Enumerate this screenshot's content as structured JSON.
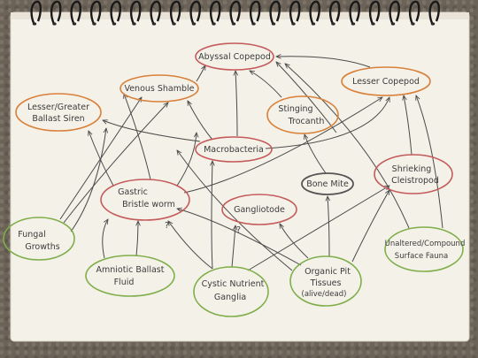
{
  "diagram": {
    "nodes": {
      "abyssal_copepod": "Abyssal Copepod",
      "venous_shamble": "Venous Shamble",
      "lesser_greater_ballast_siren": [
        "Lesser/Greater",
        "Ballast Siren"
      ],
      "lesser_copepod": "Lesser Copepod",
      "stinging_trocanth": [
        "Stinging",
        "Trocanth"
      ],
      "macrobacteria": "Macrobacteria",
      "bone_mite": "Bone Mite",
      "shrieking_cleistropod": [
        "Shrieking",
        "Cleistropod"
      ],
      "gastric_bristle_worm": [
        "Gastric",
        "Bristle worm"
      ],
      "gangliotode": "Gangliotode",
      "fungal_growths": [
        "Fungal",
        "Growths"
      ],
      "amniotic_ballast_fluid": [
        "Amniotic Ballast",
        "Fluid"
      ],
      "cystic_nutrient_ganglia": [
        "Cystic Nutrient",
        "Ganglia"
      ],
      "organic_pit_tissues": [
        "Organic Pit",
        "Tissues",
        "(alive/dead)"
      ],
      "unaltered_compound_surface_fauna": [
        "Unaltered/Compound",
        "Surface Fauna"
      ]
    },
    "uncertain_marks": [
      "?",
      "?"
    ],
    "colors": {
      "paper": "#f4f1e8",
      "ink": "#4a4a4a",
      "orange_outline": "#d9803a",
      "red_outline": "#c45a5a",
      "green_outline": "#7fae4a",
      "dark_outline": "#555555",
      "binding": "#1a1a1a"
    }
  }
}
